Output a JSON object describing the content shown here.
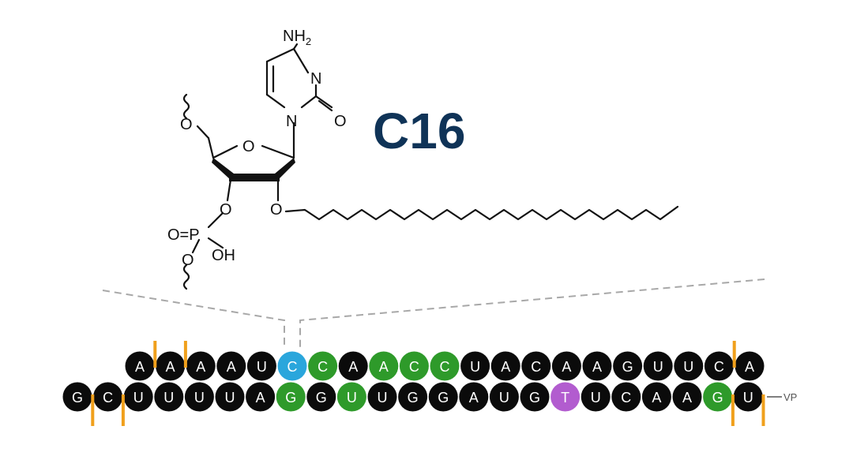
{
  "title": "C16",
  "colors": {
    "default": "#0b0b0b",
    "modified_2f": "#2e9a2a",
    "c16": "#2aa6dc",
    "t_glycol": "#b25ccf",
    "phosphorothioate": "#f0a01c"
  },
  "structure_labels": {
    "amine": "NH",
    "amine_sub": "2",
    "ring_n": "N",
    "carbonyl_o": "O",
    "n1": "N",
    "ring_o": "O",
    "o5": "O",
    "o3": "O",
    "o2": "O",
    "p_left": "O=P",
    "oh": "OH",
    "o_bottom": "O"
  },
  "sense_strand": [
    {
      "base": "A",
      "mod": "default"
    },
    {
      "base": "A",
      "mod": "default"
    },
    {
      "base": "A",
      "mod": "default"
    },
    {
      "base": "A",
      "mod": "default"
    },
    {
      "base": "U",
      "mod": "default"
    },
    {
      "base": "C",
      "mod": "c16"
    },
    {
      "base": "C",
      "mod": "modified_2f"
    },
    {
      "base": "A",
      "mod": "default"
    },
    {
      "base": "A",
      "mod": "modified_2f"
    },
    {
      "base": "C",
      "mod": "modified_2f"
    },
    {
      "base": "C",
      "mod": "modified_2f"
    },
    {
      "base": "U",
      "mod": "default"
    },
    {
      "base": "A",
      "mod": "default"
    },
    {
      "base": "C",
      "mod": "default"
    },
    {
      "base": "A",
      "mod": "default"
    },
    {
      "base": "A",
      "mod": "default"
    },
    {
      "base": "G",
      "mod": "default"
    },
    {
      "base": "U",
      "mod": "default"
    },
    {
      "base": "U",
      "mod": "default"
    },
    {
      "base": "C",
      "mod": "default"
    },
    {
      "base": "A",
      "mod": "default"
    }
  ],
  "antisense_strand": [
    {
      "base": "G",
      "mod": "default"
    },
    {
      "base": "C",
      "mod": "default"
    },
    {
      "base": "U",
      "mod": "default"
    },
    {
      "base": "U",
      "mod": "default"
    },
    {
      "base": "U",
      "mod": "default"
    },
    {
      "base": "U",
      "mod": "default"
    },
    {
      "base": "A",
      "mod": "default"
    },
    {
      "base": "G",
      "mod": "modified_2f"
    },
    {
      "base": "G",
      "mod": "default"
    },
    {
      "base": "U",
      "mod": "modified_2f"
    },
    {
      "base": "U",
      "mod": "default"
    },
    {
      "base": "G",
      "mod": "default"
    },
    {
      "base": "G",
      "mod": "default"
    },
    {
      "base": "A",
      "mod": "default"
    },
    {
      "base": "U",
      "mod": "default"
    },
    {
      "base": "G",
      "mod": "default"
    },
    {
      "base": "T",
      "mod": "t_glycol"
    },
    {
      "base": "U",
      "mod": "default"
    },
    {
      "base": "C",
      "mod": "default"
    },
    {
      "base": "A",
      "mod": "default"
    },
    {
      "base": "A",
      "mod": "default"
    },
    {
      "base": "G",
      "mod": "modified_2f"
    },
    {
      "base": "U",
      "mod": "default"
    }
  ],
  "sense_linkages_after": [
    0,
    1,
    19
  ],
  "antisense_linkages_after": [
    0,
    1,
    21,
    22
  ],
  "end_label": "VP"
}
